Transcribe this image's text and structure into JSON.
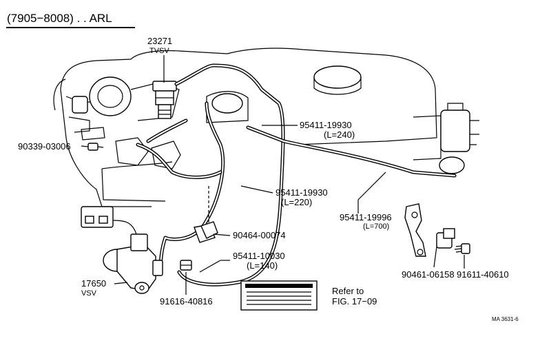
{
  "header": {
    "title": "(7905−8008) . . ARL"
  },
  "callouts": {
    "tvsv_part": "23271",
    "tvsv_name": "TVSV",
    "bolt_left": "90339-03006",
    "hose_240_part": "95411-19930",
    "hose_240_len": "(L=240)",
    "hose_220_part": "95411-19930",
    "hose_220_len": "(L=220)",
    "hose_700_part": "95411-19996",
    "hose_700_len": "(L=700)",
    "clamp_part": "90464-00074",
    "hose_140_part": "95411-10030",
    "hose_140_len": "(L=140)",
    "vsv_part": "17650",
    "vsv_name": "VSV",
    "fitting_part": "91616-40816",
    "bracket_part": "90461-06158",
    "bolt_right": "91611-40610"
  },
  "reference": {
    "line1": "Refer to",
    "line2": "FIG. 17−09"
  },
  "footer": {
    "code": "MA 3631-6"
  }
}
